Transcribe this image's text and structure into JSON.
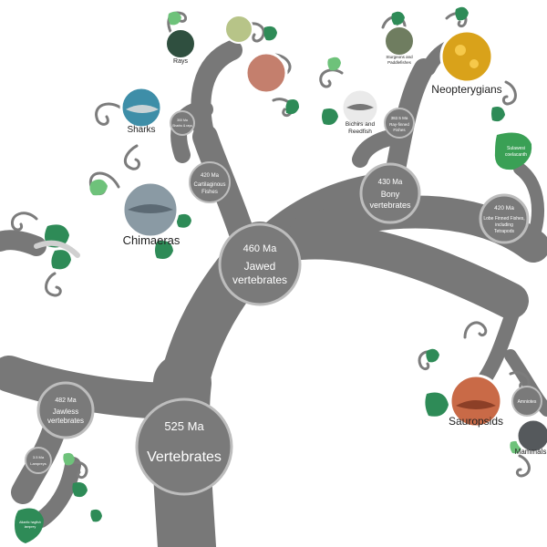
{
  "tree": {
    "root": {
      "age": "525 Ma",
      "name": "Vertebrates"
    },
    "jawless": {
      "age": "482 Ma",
      "name_line1": "Jawless",
      "name_line2": "vertebrates"
    },
    "lampreys": {
      "age": "3.5 Ma",
      "name": "Lampreys"
    },
    "jawed": {
      "age": "460 Ma",
      "name_line1": "Jawed",
      "name_line2": "vertebrates"
    },
    "cartilaginous": {
      "age": "420 Ma",
      "name_line1": "Cartilaginous",
      "name_line2": "Fishes"
    },
    "sharks_rays": {
      "age": "300 Ma",
      "name": "Sharks & rays"
    },
    "bony": {
      "age": "430 Ma",
      "name_line1": "Bony",
      "name_line2": "vertebrates"
    },
    "ray_finned": {
      "age": "382.5 Ma",
      "name_line1": "Ray-finned",
      "name_line2": "Fishes"
    },
    "lobe_finned": {
      "age": "420 Ma",
      "name_line1": "Lobe Finned Fishes,",
      "name_line2": "including",
      "name_line3": "Tetrapods"
    },
    "amniotes": {
      "name": "Amniotes"
    }
  },
  "clades": {
    "chimaeras": "Chimaeras",
    "sharks": "Sharks",
    "rays": "Rays",
    "neopterygians": "Neopterygians",
    "bichirs_line1": "Bichirs and",
    "bichirs_line2": "Reedfish",
    "sturgeons_line1": "Sturgeons and",
    "sturgeons_line2": "Paddlefishes",
    "sauropsids": "Sauropsids",
    "mammals": "Mammals",
    "coelacanth_line1": "Sulawesi",
    "coelacanth_line2": "coelacanth",
    "hagfish_line1": "Atlantic hagfish",
    "hagfish_line2": "lamprey"
  },
  "colors": {
    "branch": "#787878",
    "node_fill": "#7a7a7a",
    "node_ring": "#bdbdbd",
    "leaf_dark": "#2e8b57",
    "leaf_light": "#6ec27a"
  }
}
